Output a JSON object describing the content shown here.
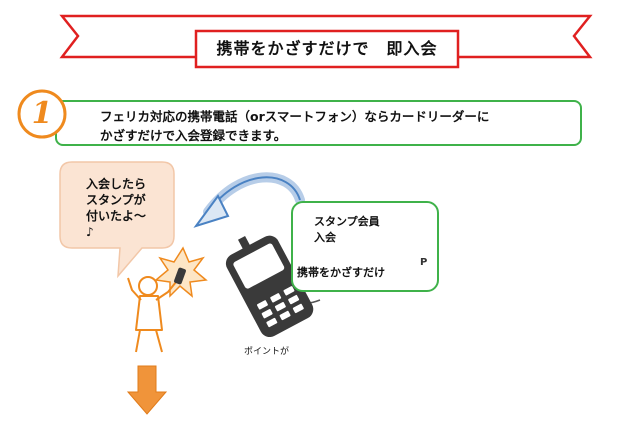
{
  "banner": {
    "title": "携帯をかざすだけで　即入会"
  },
  "step": {
    "number": "1",
    "line1": "フェリカ対応の携帯電話（orスマートフォン）ならカードリーダーに",
    "line2": "かざすだけで入会登録できます。"
  },
  "speech": {
    "lines": [
      "入会したら",
      "スタンプが",
      "付いたよ～",
      "♪"
    ]
  },
  "store": {
    "line1": "スタンプ会員",
    "line2": "入会",
    "line3": "携帯をかざすだけ",
    "coin_label": "P"
  },
  "caption": "ポイントが",
  "colors": {
    "ribbon": "#e02020",
    "green": "#3fb24a",
    "orange": "#ef8a1e",
    "blue": "#4a82c3",
    "gold": "#d9a800"
  }
}
